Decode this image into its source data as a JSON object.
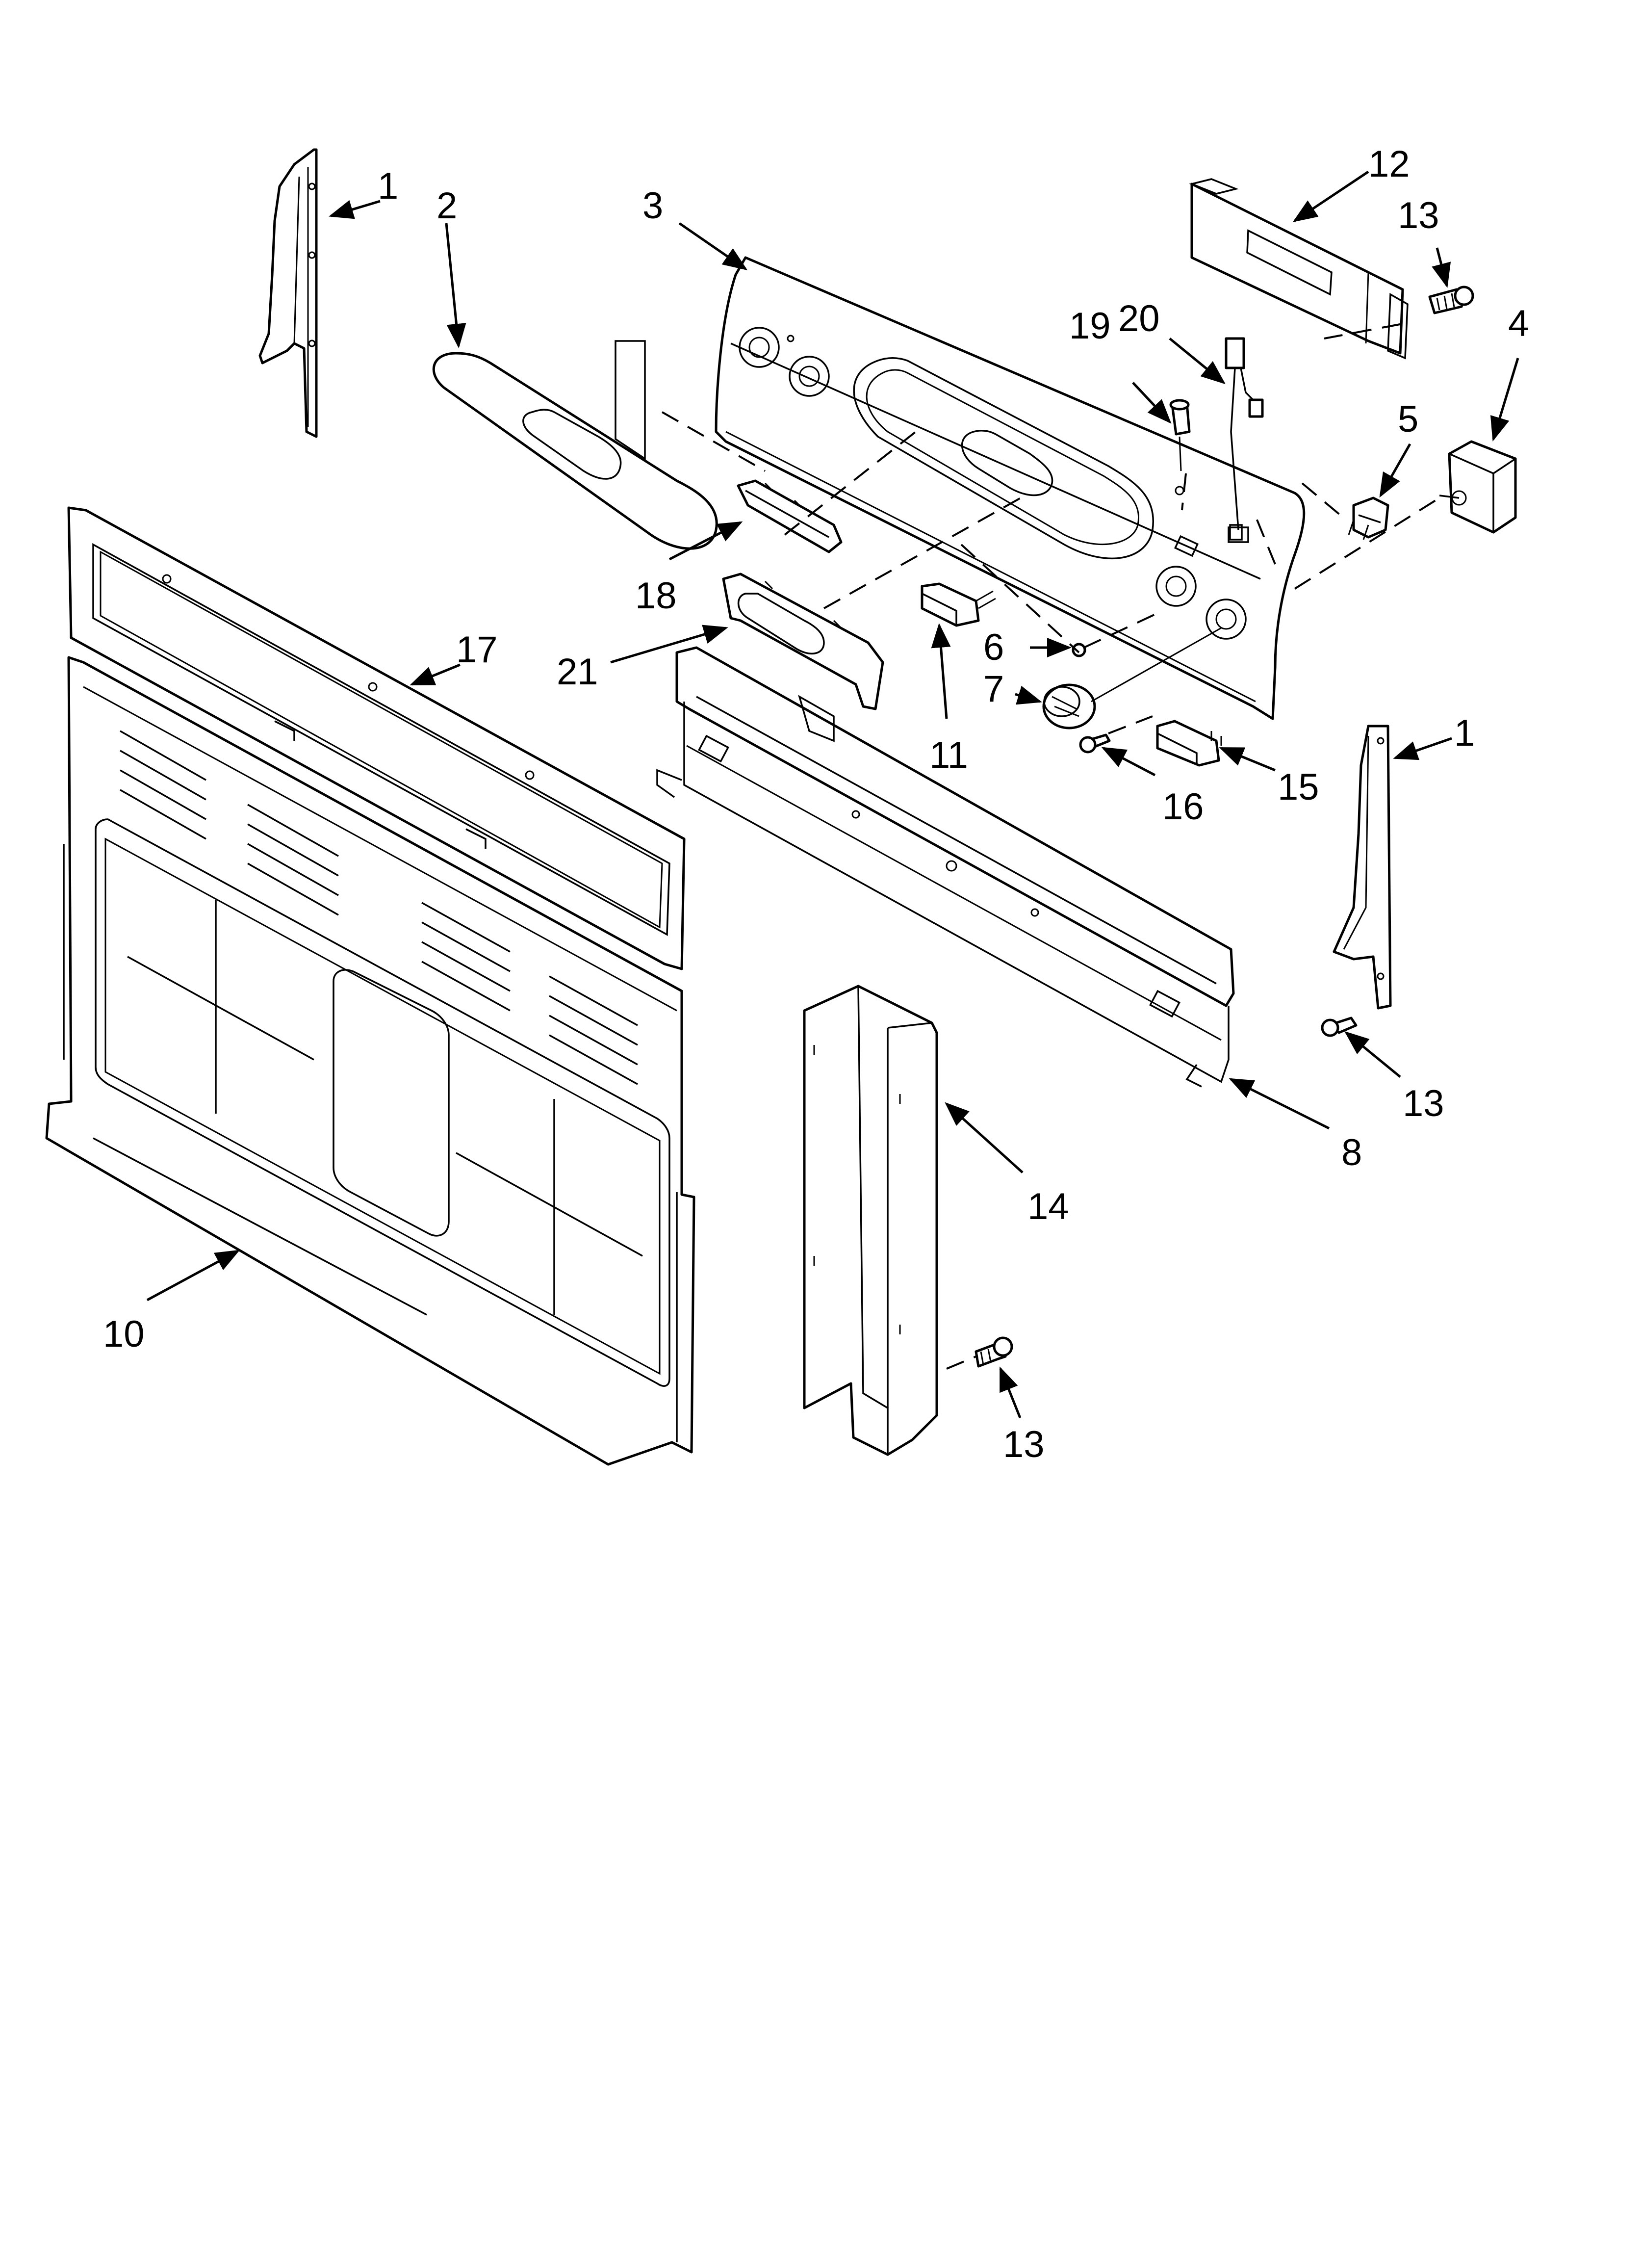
{
  "diagram": {
    "callouts": [
      {
        "id": "c1a",
        "text": "1"
      },
      {
        "id": "c2",
        "text": "2"
      },
      {
        "id": "c3",
        "text": "3"
      },
      {
        "id": "c12",
        "text": "12"
      },
      {
        "id": "c13a",
        "text": "13"
      },
      {
        "id": "c20",
        "text": "20"
      },
      {
        "id": "c19",
        "text": "19"
      },
      {
        "id": "c4",
        "text": "4"
      },
      {
        "id": "c5",
        "text": "5"
      },
      {
        "id": "c17",
        "text": "17"
      },
      {
        "id": "c18",
        "text": "18"
      },
      {
        "id": "c21",
        "text": "21"
      },
      {
        "id": "c6",
        "text": "6"
      },
      {
        "id": "c7",
        "text": "7"
      },
      {
        "id": "c11",
        "text": "11"
      },
      {
        "id": "c16",
        "text": "16"
      },
      {
        "id": "c15",
        "text": "15"
      },
      {
        "id": "c1b",
        "text": "1"
      },
      {
        "id": "c13b",
        "text": "13"
      },
      {
        "id": "c8",
        "text": "8"
      },
      {
        "id": "c14",
        "text": "14"
      },
      {
        "id": "c10",
        "text": "10"
      },
      {
        "id": "c13c",
        "text": "13"
      }
    ]
  }
}
